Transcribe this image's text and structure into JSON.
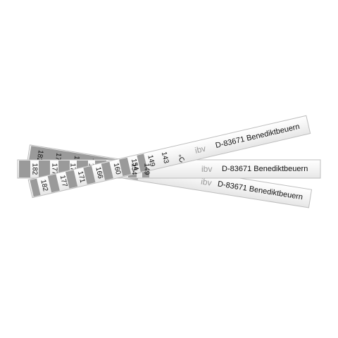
{
  "product": {
    "unit": "°C",
    "strips": [
      {
        "brand": "ibv",
        "address": "D-83671 Benediktbeuern",
        "temperatures": [
          "182",
          "177",
          "171",
          "166",
          "160",
          "154",
          "149",
          "143"
        ]
      },
      {
        "brand": "ibv",
        "address": "D-83671 Benediktbeuern",
        "temperatures": [
          "182",
          "177",
          "171",
          "166",
          "160",
          "154",
          "154",
          "149"
        ]
      },
      {
        "brand": "ibv",
        "address": "D-83671 Benediktbeuern",
        "temperatures": [
          "182",
          "177",
          "171",
          "166",
          "160",
          "154",
          "154",
          "149"
        ]
      }
    ]
  }
}
